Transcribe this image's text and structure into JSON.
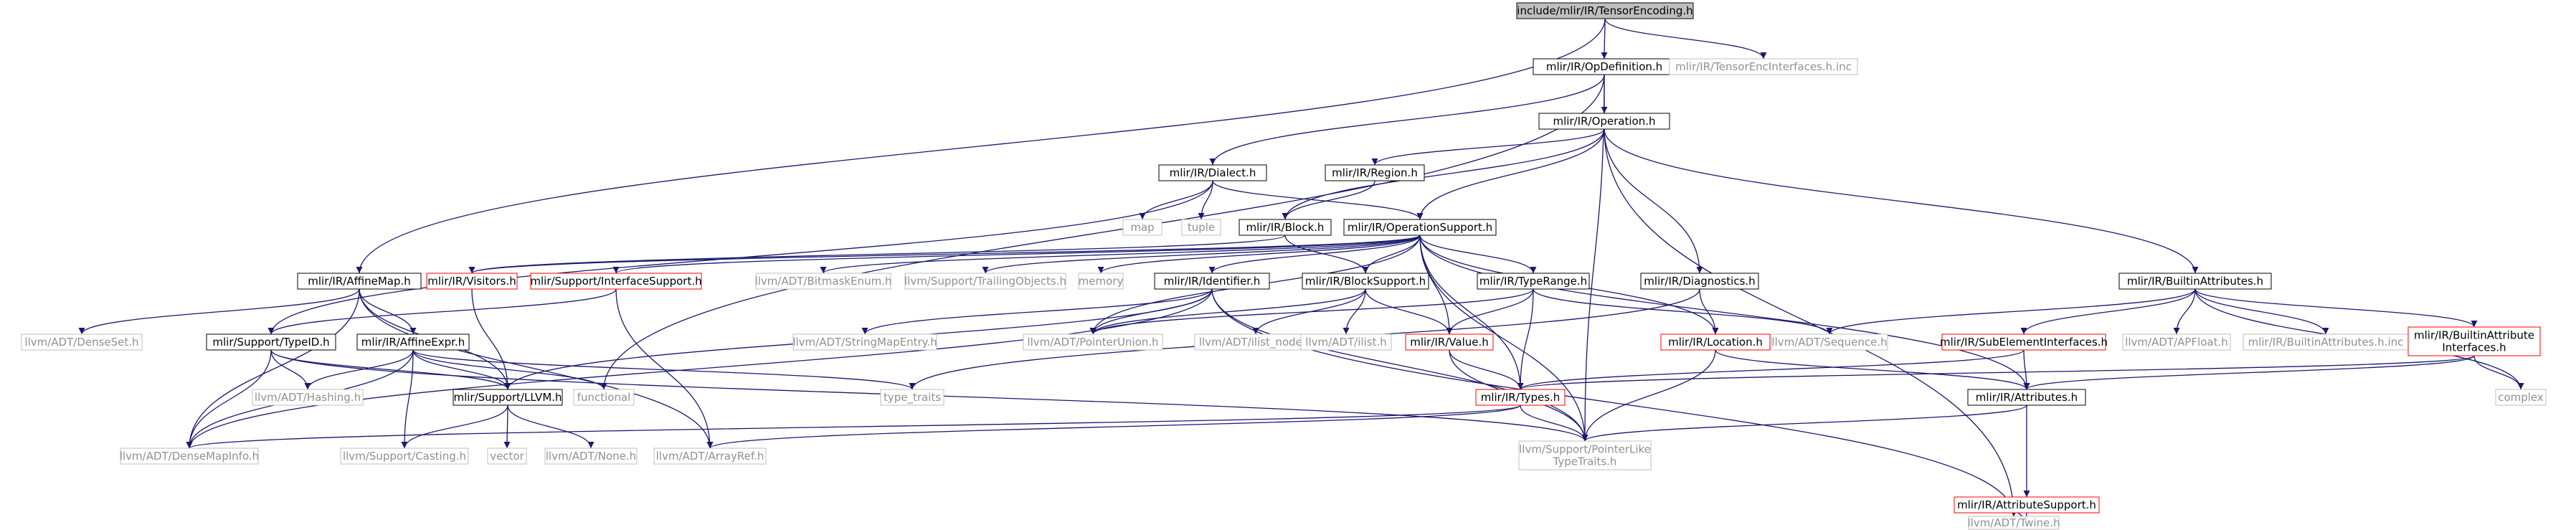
{
  "colors": {
    "edge": "#191970",
    "border_normal": "#000000",
    "border_external": "#bfbfbf",
    "border_incomplete": "#ff0000",
    "root_fill": "#bfbfbf",
    "text_normal": "#000000",
    "text_external": "#909090"
  },
  "nodes": [
    {
      "id": "tensor_encoding",
      "label": "include/mlir/IR/TensorEncoding.h",
      "style": "root"
    },
    {
      "id": "op_definition",
      "label": "mlir/IR/OpDefinition.h",
      "style": "normal"
    },
    {
      "id": "tensor_enc_interfaces",
      "label": "mlir/IR/TensorEncInterfaces.h.inc",
      "style": "external"
    },
    {
      "id": "operation",
      "label": "mlir/IR/Operation.h",
      "style": "normal"
    },
    {
      "id": "dialect",
      "label": "mlir/IR/Dialect.h",
      "style": "normal"
    },
    {
      "id": "region",
      "label": "mlir/IR/Region.h",
      "style": "normal"
    },
    {
      "id": "map",
      "label": "map",
      "style": "external"
    },
    {
      "id": "tuple",
      "label": "tuple",
      "style": "external"
    },
    {
      "id": "block",
      "label": "mlir/IR/Block.h",
      "style": "normal"
    },
    {
      "id": "operation_support",
      "label": "mlir/IR/OperationSupport.h",
      "style": "normal"
    },
    {
      "id": "affine_map",
      "label": "mlir/IR/AffineMap.h",
      "style": "normal"
    },
    {
      "id": "visitors",
      "label": "mlir/IR/Visitors.h",
      "style": "incomplete"
    },
    {
      "id": "interface_support",
      "label": "mlir/Support/InterfaceSupport.h",
      "style": "incomplete"
    },
    {
      "id": "bitmask_enum",
      "label": "llvm/ADT/BitmaskEnum.h",
      "style": "external"
    },
    {
      "id": "trailing_objects",
      "label": "llvm/Support/TrailingObjects.h",
      "style": "external"
    },
    {
      "id": "memory",
      "label": "memory",
      "style": "external"
    },
    {
      "id": "identifier",
      "label": "mlir/IR/Identifier.h",
      "style": "normal"
    },
    {
      "id": "block_support",
      "label": "mlir/IR/BlockSupport.h",
      "style": "normal"
    },
    {
      "id": "type_range",
      "label": "mlir/IR/TypeRange.h",
      "style": "normal"
    },
    {
      "id": "diagnostics",
      "label": "mlir/IR/Diagnostics.h",
      "style": "normal"
    },
    {
      "id": "builtin_attributes",
      "label": "mlir/IR/BuiltinAttributes.h",
      "style": "normal"
    },
    {
      "id": "dense_set",
      "label": "llvm/ADT/DenseSet.h",
      "style": "external"
    },
    {
      "id": "type_id",
      "label": "mlir/Support/TypeID.h",
      "style": "normal"
    },
    {
      "id": "affine_expr",
      "label": "mlir/IR/AffineExpr.h",
      "style": "normal"
    },
    {
      "id": "string_map_entry",
      "label": "llvm/ADT/StringMapEntry.h",
      "style": "external"
    },
    {
      "id": "pointer_union",
      "label": "llvm/ADT/PointerUnion.h",
      "style": "external"
    },
    {
      "id": "ilist_node",
      "label": "llvm/ADT/ilist_node.h",
      "style": "external"
    },
    {
      "id": "ilist",
      "label": "llvm/ADT/ilist.h",
      "style": "external"
    },
    {
      "id": "value",
      "label": "mlir/IR/Value.h",
      "style": "incomplete"
    },
    {
      "id": "location",
      "label": "mlir/IR/Location.h",
      "style": "incomplete"
    },
    {
      "id": "sequence",
      "label": "llvm/ADT/Sequence.h",
      "style": "external"
    },
    {
      "id": "sub_element_interfaces",
      "label": "mlir/IR/SubElementInterfaces.h",
      "style": "incomplete"
    },
    {
      "id": "apfloat",
      "label": "llvm/ADT/APFloat.h",
      "style": "external"
    },
    {
      "id": "builtin_attributes_inc",
      "label": "mlir/IR/BuiltinAttributes.h.inc",
      "style": "external"
    },
    {
      "id": "builtin_attribute_interfaces",
      "label": "mlir/IR/BuiltinAttribute\nInterfaces.h",
      "style": "incomplete"
    },
    {
      "id": "hashing",
      "label": "llvm/ADT/Hashing.h",
      "style": "external"
    },
    {
      "id": "llvm_h",
      "label": "mlir/Support/LLVM.h",
      "style": "normal"
    },
    {
      "id": "functional",
      "label": "functional",
      "style": "external"
    },
    {
      "id": "type_traits",
      "label": "type_traits",
      "style": "external"
    },
    {
      "id": "types",
      "label": "mlir/IR/Types.h",
      "style": "incomplete"
    },
    {
      "id": "attributes",
      "label": "mlir/IR/Attributes.h",
      "style": "normal"
    },
    {
      "id": "complex",
      "label": "complex",
      "style": "external"
    },
    {
      "id": "dense_map_info",
      "label": "llvm/ADT/DenseMapInfo.h",
      "style": "external"
    },
    {
      "id": "casting",
      "label": "llvm/Support/Casting.h",
      "style": "external"
    },
    {
      "id": "vector",
      "label": "vector",
      "style": "external"
    },
    {
      "id": "none",
      "label": "llvm/ADT/None.h",
      "style": "external"
    },
    {
      "id": "array_ref",
      "label": "llvm/ADT/ArrayRef.h",
      "style": "external"
    },
    {
      "id": "pointer_like_type_traits",
      "label": "llvm/Support/PointerLike\nTypeTraits.h",
      "style": "external"
    },
    {
      "id": "attribute_support",
      "label": "mlir/IR/AttributeSupport.h",
      "style": "incomplete"
    },
    {
      "id": "twine",
      "label": "llvm/ADT/Twine.h",
      "style": "external"
    }
  ],
  "edges": [
    [
      "tensor_encoding",
      "op_definition"
    ],
    [
      "tensor_encoding",
      "tensor_enc_interfaces"
    ],
    [
      "tensor_encoding",
      "affine_map"
    ],
    [
      "op_definition",
      "operation"
    ],
    [
      "op_definition",
      "dialect"
    ],
    [
      "op_definition",
      "functional"
    ],
    [
      "op_definition",
      "pointer_like_type_traits"
    ],
    [
      "operation",
      "region"
    ],
    [
      "operation",
      "block"
    ],
    [
      "operation",
      "operation_support"
    ],
    [
      "operation",
      "diagnostics"
    ],
    [
      "operation",
      "builtin_attributes"
    ],
    [
      "operation",
      "twine"
    ],
    [
      "dialect",
      "map"
    ],
    [
      "dialect",
      "tuple"
    ],
    [
      "dialect",
      "operation_support"
    ],
    [
      "dialect",
      "type_id"
    ],
    [
      "region",
      "block"
    ],
    [
      "block",
      "block_support"
    ],
    [
      "block",
      "visitors"
    ],
    [
      "operation_support",
      "visitors"
    ],
    [
      "operation_support",
      "interface_support"
    ],
    [
      "operation_support",
      "bitmask_enum"
    ],
    [
      "operation_support",
      "trailing_objects"
    ],
    [
      "operation_support",
      "memory"
    ],
    [
      "operation_support",
      "identifier"
    ],
    [
      "operation_support",
      "block_support"
    ],
    [
      "operation_support",
      "type_range"
    ],
    [
      "operation_support",
      "value"
    ],
    [
      "operation_support",
      "location"
    ],
    [
      "operation_support",
      "pointer_union"
    ],
    [
      "operation_support",
      "pointer_like_type_traits"
    ],
    [
      "operation_support",
      "attributes"
    ],
    [
      "operation_support",
      "types"
    ],
    [
      "affine_map",
      "dense_set"
    ],
    [
      "affine_map",
      "affine_expr"
    ],
    [
      "affine_map",
      "llvm_h"
    ],
    [
      "affine_map",
      "array_ref"
    ],
    [
      "affine_map",
      "dense_map_info"
    ],
    [
      "visitors",
      "llvm_h"
    ],
    [
      "interface_support",
      "type_id"
    ],
    [
      "interface_support",
      "array_ref"
    ],
    [
      "identifier",
      "string_map_entry"
    ],
    [
      "identifier",
      "pointer_union"
    ],
    [
      "identifier",
      "llvm_h"
    ],
    [
      "identifier",
      "dense_map_info"
    ],
    [
      "identifier",
      "twine"
    ],
    [
      "identifier",
      "pointer_like_type_traits"
    ],
    [
      "block_support",
      "ilist_node"
    ],
    [
      "block_support",
      "ilist"
    ],
    [
      "block_support",
      "value"
    ],
    [
      "block_support",
      "pointer_union"
    ],
    [
      "type_range",
      "value"
    ],
    [
      "type_range",
      "types"
    ],
    [
      "type_range",
      "sequence"
    ],
    [
      "type_range",
      "pointer_union"
    ],
    [
      "diagnostics",
      "location"
    ],
    [
      "diagnostics",
      "type_traits"
    ],
    [
      "builtin_attributes",
      "sub_element_interfaces"
    ],
    [
      "builtin_attributes",
      "apfloat"
    ],
    [
      "builtin_attributes",
      "builtin_attributes_inc"
    ],
    [
      "builtin_attributes",
      "builtin_attribute_interfaces"
    ],
    [
      "builtin_attributes",
      "sequence"
    ],
    [
      "builtin_attributes",
      "complex"
    ],
    [
      "type_id",
      "hashing"
    ],
    [
      "type_id",
      "llvm_h"
    ],
    [
      "type_id",
      "dense_map_info"
    ],
    [
      "type_id",
      "pointer_like_type_traits"
    ],
    [
      "affine_expr",
      "hashing"
    ],
    [
      "affine_expr",
      "llvm_h"
    ],
    [
      "affine_expr",
      "functional"
    ],
    [
      "affine_expr",
      "type_traits"
    ],
    [
      "affine_expr",
      "casting"
    ],
    [
      "affine_expr",
      "dense_map_info"
    ],
    [
      "value",
      "types"
    ],
    [
      "value",
      "pointer_like_type_traits"
    ],
    [
      "location",
      "attributes"
    ],
    [
      "location",
      "pointer_like_type_traits"
    ],
    [
      "sub_element_interfaces",
      "attributes"
    ],
    [
      "sub_element_interfaces",
      "types"
    ],
    [
      "builtin_attribute_interfaces",
      "attributes"
    ],
    [
      "builtin_attribute_interfaces",
      "types"
    ],
    [
      "builtin_attribute_interfaces",
      "complex"
    ],
    [
      "llvm_h",
      "casting"
    ],
    [
      "llvm_h",
      "vector"
    ],
    [
      "llvm_h",
      "none"
    ],
    [
      "types",
      "dense_map_info"
    ],
    [
      "types",
      "pointer_like_type_traits"
    ],
    [
      "types",
      "array_ref"
    ],
    [
      "attributes",
      "attribute_support"
    ],
    [
      "attributes",
      "pointer_like_type_traits"
    ],
    [
      "attribute_support",
      "twine"
    ]
  ]
}
